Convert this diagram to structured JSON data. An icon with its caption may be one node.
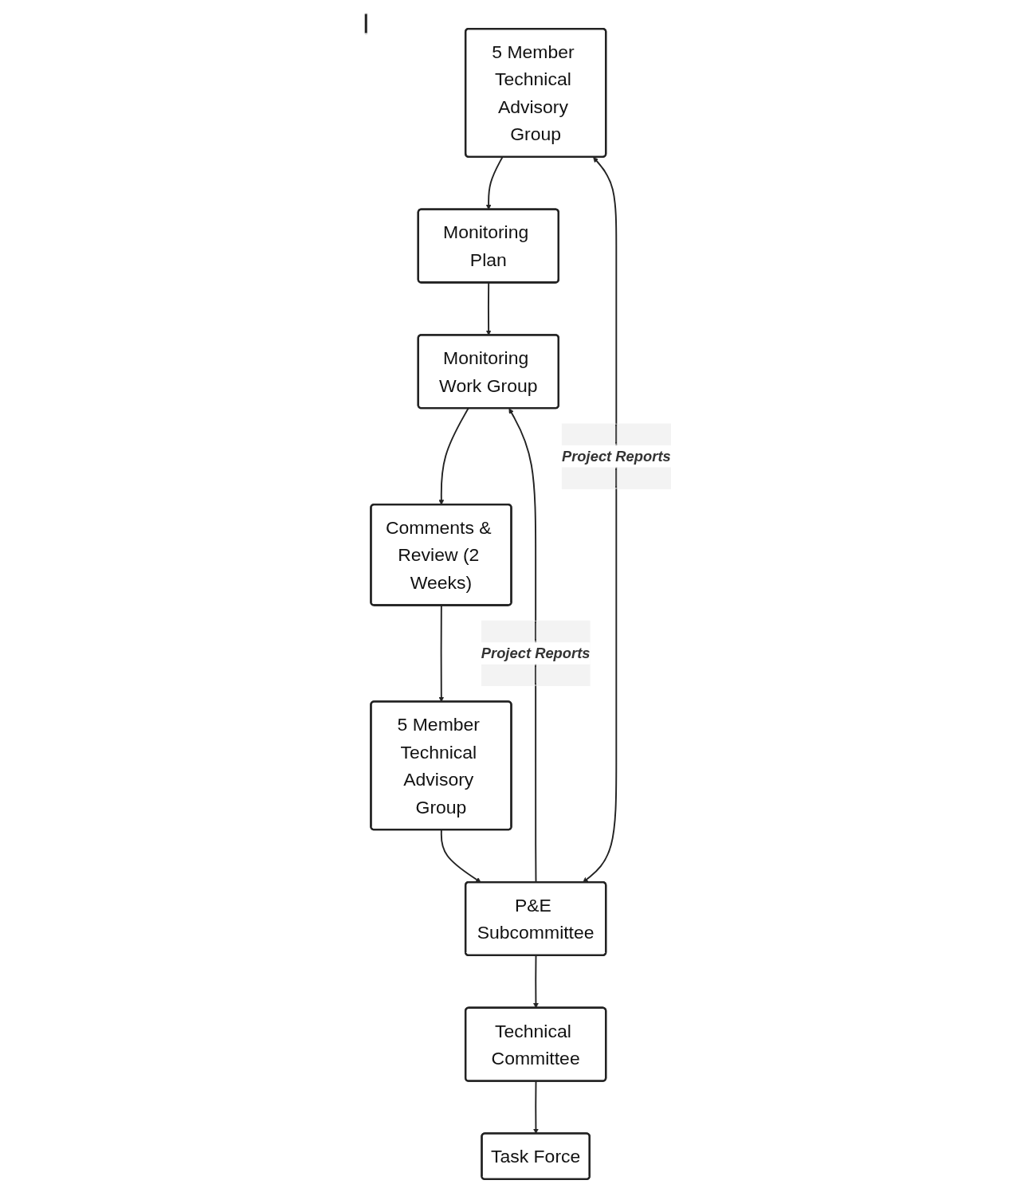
{
  "diagram": {
    "nodes": [
      {
        "text": [
          "5 Member Technical Advisory Group"
        ]
      },
      {
        "text": [
          "Monitoring Plan"
        ]
      },
      {
        "text": [
          "Monitoring Work Group"
        ]
      },
      {
        "text": [
          "Comments & Review (2 Weeks)"
        ]
      },
      {
        "text": [
          "5 Member Technical Advisory Group"
        ]
      },
      {
        "text": [
          "P&E Subcommittee"
        ]
      },
      {
        "text": [
          "Technical Committee"
        ]
      },
      {
        "text": [
          "Task Force"
        ]
      }
    ],
    "edges": [
      {
        "from": 0,
        "to": 1,
        "arrow": "to"
      },
      {
        "from": 1,
        "to": 2,
        "arrow": "to"
      },
      {
        "from": 2,
        "to": 3,
        "arrow": "to"
      },
      {
        "from": 3,
        "to": 4,
        "arrow": "to"
      },
      {
        "from": 4,
        "to": 5,
        "arrow": "to"
      },
      {
        "from": 5,
        "to": 6,
        "arrow": "to"
      },
      {
        "from": 6,
        "to": 7,
        "arrow": "to"
      },
      {
        "from": 0,
        "to": 5,
        "arrow": "both",
        "label": "Project Reports"
      },
      {
        "from": 5,
        "to": 2,
        "arrow": "to",
        "label": "Project Reports"
      }
    ]
  }
}
